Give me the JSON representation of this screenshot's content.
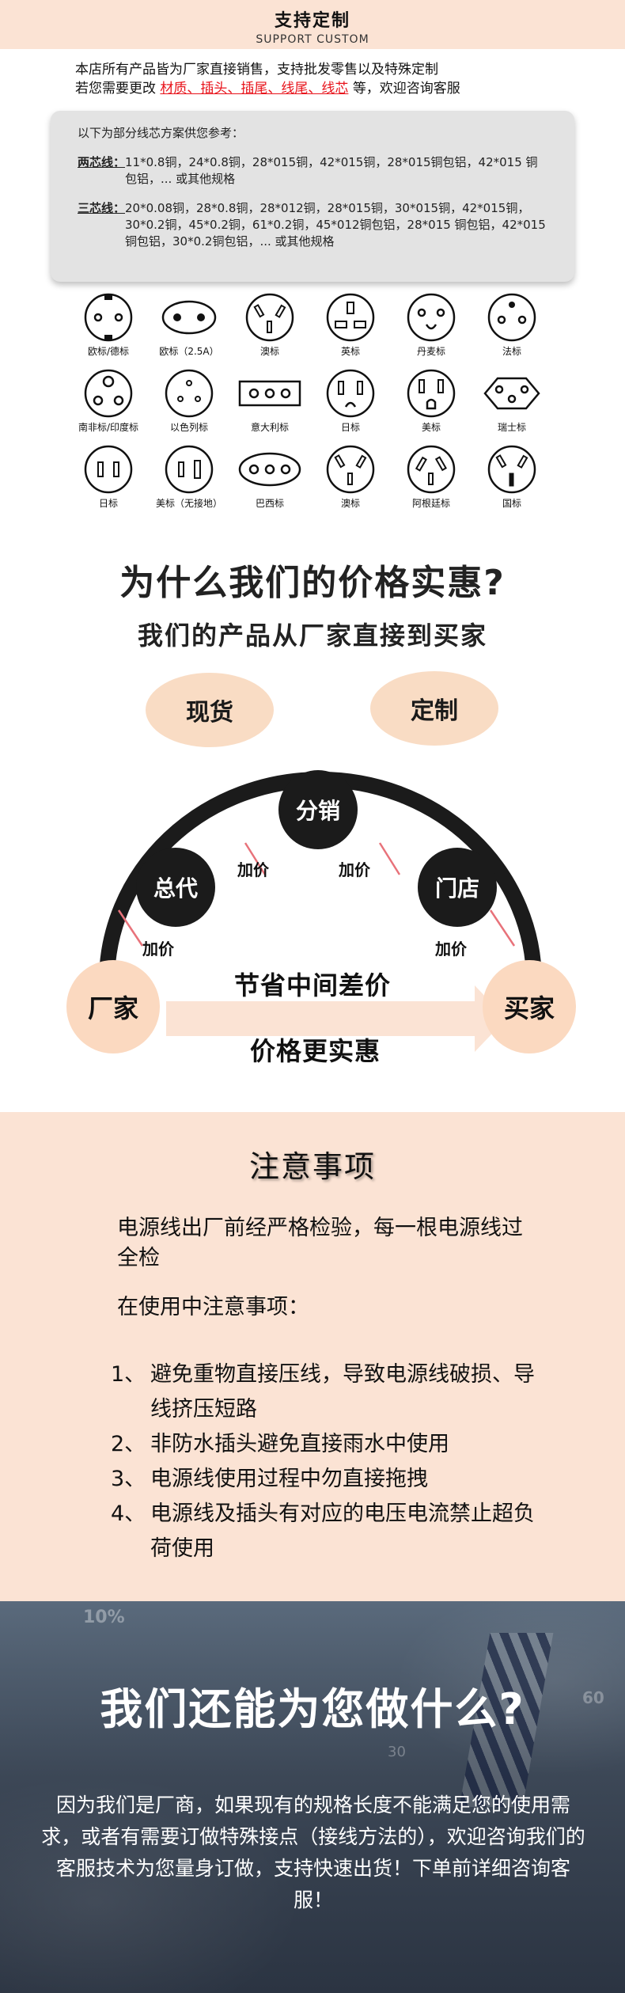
{
  "header": {
    "title": "支持定制",
    "subtitle": "SUPPORT CUSTOM"
  },
  "intro": {
    "line1": "本店所有产品皆为厂家直接销售，支持批发零售以及特殊定制",
    "line2_prefix": "若您需要更改",
    "line2_highlight": "材质、插头、插尾、线尾、线芯",
    "line2_suffix": "等，欢迎咨询客服"
  },
  "specs": {
    "lead": "以下为部分线芯方案供您参考：",
    "two_core_label": "两芯线：",
    "two_core_text": "11*0.8铜，24*0.8铜，28*015铜，42*015铜，28*015铜包铝，42*015 铜包铝，... 或其他规格",
    "three_core_label": "三芯线：",
    "three_core_text": "20*0.08铜，28*0.8铜，28*012铜，28*015铜，30*015铜，42*015铜，30*0.2铜，45*0.2铜，61*0.2铜，45*012铜包铝，28*015 铜包铝，42*015铜包铝，30*0.2铜包铝，... 或其他规格"
  },
  "plugs": [
    {
      "label": "欧标/德标",
      "icon": "europe-schuko-plug-icon"
    },
    {
      "label": "欧标（2.5A）",
      "icon": "europlug-2-5a-icon"
    },
    {
      "label": "澳标",
      "icon": "australia-plug-icon"
    },
    {
      "label": "英标",
      "icon": "uk-plug-icon"
    },
    {
      "label": "丹麦标",
      "icon": "denmark-plug-icon"
    },
    {
      "label": "法标",
      "icon": "france-plug-icon"
    },
    {
      "label": "南非标/印度标",
      "icon": "south-africa-india-plug-icon"
    },
    {
      "label": "以色列标",
      "icon": "israel-plug-icon"
    },
    {
      "label": "意大利标",
      "icon": "italy-plug-icon"
    },
    {
      "label": "日标",
      "icon": "japan-plug-icon"
    },
    {
      "label": "美标",
      "icon": "us-plug-icon"
    },
    {
      "label": "瑞士标",
      "icon": "swiss-plug-icon"
    },
    {
      "label": "日标",
      "icon": "japan-2pin-plug-icon"
    },
    {
      "label": "美标（无接地）",
      "icon": "us-ungrounded-plug-icon"
    },
    {
      "label": "巴西标",
      "icon": "brazil-plug-icon"
    },
    {
      "label": "澳标",
      "icon": "australia-3pin-plug-icon"
    },
    {
      "label": "阿根廷标",
      "icon": "argentina-plug-icon"
    },
    {
      "label": "国标",
      "icon": "china-plug-icon"
    }
  ],
  "why": {
    "title": "为什么我们的价格实惠?",
    "subtitle": "我们的产品从厂家直接到买家",
    "pill_left": "现货",
    "pill_right": "定制"
  },
  "diagram": {
    "factory": "厂家",
    "general_agent": "总代",
    "distribution": "分销",
    "store": "门店",
    "buyer": "买家",
    "markup": "加价",
    "save_text": "节省中间差价",
    "result_text": "价格更实惠"
  },
  "notice": {
    "title": "注意事项",
    "para1": "电源线出厂前经严格检验，每一根电源线过全检",
    "para2": "在使用中注意事项：",
    "items": [
      {
        "num": "1、",
        "text": "避免重物直接压线，导致电源线破损、导线挤压短路"
      },
      {
        "num": "2、",
        "text": "非防水插头避免直接雨水中使用"
      },
      {
        "num": "3、",
        "text": "电源线使用过程中勿直接拖拽"
      },
      {
        "num": "4、",
        "text": "电源线及插头有对应的电压电流禁止超负荷使用"
      }
    ]
  },
  "bottom": {
    "deco_a": "10%",
    "deco_b": "30",
    "deco_c": "60",
    "title": "我们还能为您做什么?",
    "body": "因为我们是厂商，如果现有的规格长度不能满足您的使用需求，或者有需要订做特殊接点（接线方法的），欢迎咨询我们的客服技术为您量身订做，支持快速出货！下单前详细咨询客服！"
  },
  "colors": {
    "peach": "#fbe3d4",
    "pill": "#f9dcc4",
    "highlight_red": "#e8141c",
    "dark_node": "#1b1b1b",
    "markup_slash": "#e8727a"
  }
}
